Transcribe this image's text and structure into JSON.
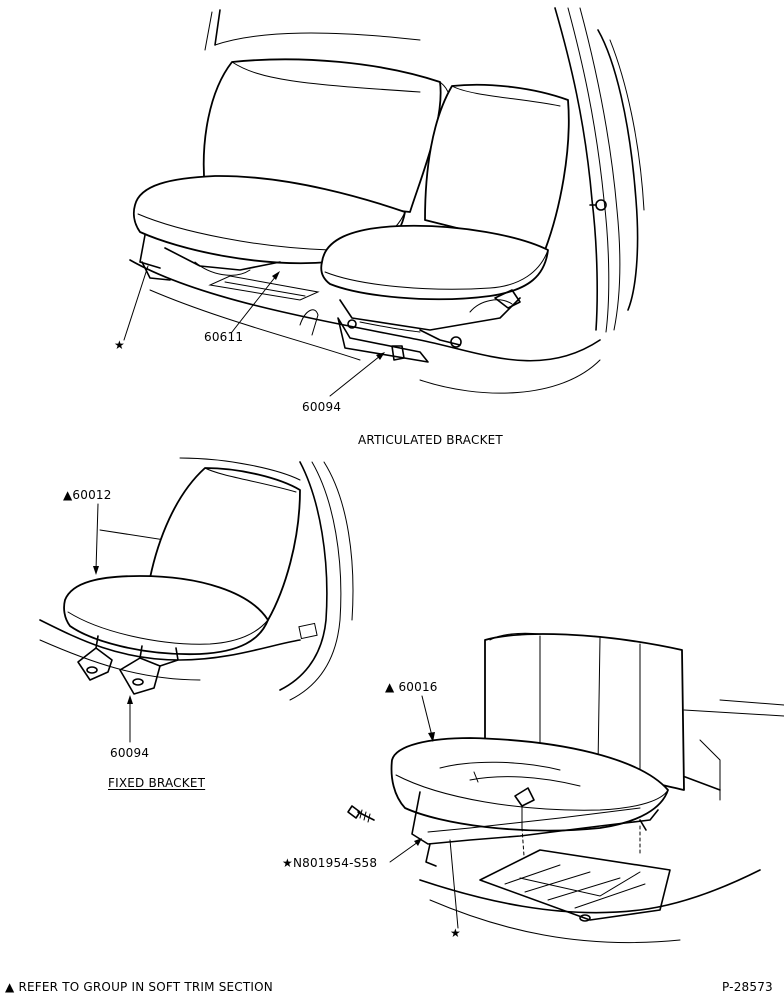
{
  "labels": {
    "top_star": "★",
    "part_60611": "60611",
    "part_60094_top": "60094",
    "caption_articulated": "ARTICULATED BRACKET",
    "part_60012": "▲60012",
    "part_60094_fixed": "60094",
    "caption_fixed": "FIXED BRACKET",
    "part_60016": "▲ 60016",
    "part_n801954": "★N801954-S58",
    "bottom_star": "★",
    "footnote": "▲ REFER TO GROUP IN SOFT TRIM SECTION",
    "figure_number": "P-28573"
  }
}
